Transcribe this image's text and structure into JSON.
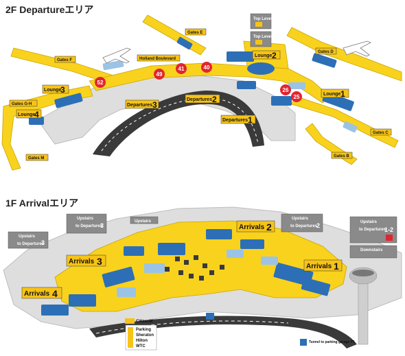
{
  "maps": {
    "departure": {
      "title": "2F Departureエリア",
      "labels": {
        "gates_e": "Gates E",
        "gates_f": "Gates F",
        "gates_d": "Gates D",
        "gates_gh": "Gates G-H",
        "gates_m": "Gates M",
        "gates_c": "Gates C",
        "gates_b": "Gates B",
        "holland_boulevard": "Holland Boulevard",
        "top_level_1": "Top Level",
        "top_level_2": "Top Level",
        "lounge1": "Lounge",
        "lounge1_num": "1",
        "lounge2": "Lounge",
        "lounge2_num": "2",
        "lounge3": "Lounge",
        "lounge3_num": "3",
        "lounge4": "Lounge",
        "lounge4_num": "4",
        "departures1": "Departures",
        "departures1_num": "1",
        "departures2": "Departures",
        "departures2_num": "2",
        "departures3": "Departures",
        "departures3_num": "3"
      },
      "markers": [
        "52",
        "49",
        "41",
        "40",
        "26",
        "25"
      ]
    },
    "arrival": {
      "title": "1F Arrivalエリア",
      "labels": {
        "arrivals1": "Arrivals",
        "arrivals1_num": "1",
        "arrivals2": "Arrivals",
        "arrivals2_num": "2",
        "arrivals3": "Arrivals",
        "arrivals3_num": "3",
        "arrivals4": "Arrivals",
        "arrivals4_num": "4",
        "sign_left_top": "Upstairs",
        "sign_left_sub": "to Departures",
        "sign_left_num": "3",
        "sign_far_left": "Upstairs",
        "sign_far_left_sub": "to Departures",
        "sign_far_left_num": "3",
        "sign_mid_right": "Upstairs",
        "sign_mid_right_sub": "to Departures",
        "sign_mid_right_num": "2",
        "sign_right": "Upstairs",
        "sign_right_sub": "to Departures",
        "sign_right_num": "1-2",
        "sign_downstairs": "Downstairs",
        "sign_center": "Upstairs",
        "citizenm": "CitizenM",
        "parking": "Parking",
        "sheraton": "Sheraton",
        "hilton": "Hilton",
        "wtc": "WTC",
        "tunnel": "Tunnel to parking garage P1"
      }
    }
  },
  "colors": {
    "floor_yellow": "#f9d21e",
    "blue": "#2d6fb6",
    "light_blue": "#9bc3e6",
    "red": "#e2252f",
    "gray_building": "#dcdcdc",
    "dark_road": "#3a3a3a",
    "label_bg": "#f6c317"
  }
}
